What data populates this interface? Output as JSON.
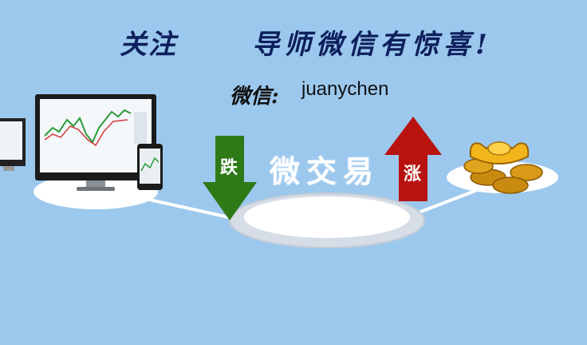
{
  "header": {
    "title_left": "关注",
    "title_right": "导师微信有惊喜!"
  },
  "contact": {
    "label": "微信:",
    "id": "juanychen"
  },
  "center": {
    "text": "微交易"
  },
  "arrows": {
    "down_label": "跌",
    "up_label": "涨"
  },
  "colors": {
    "background": "#9cc8ee",
    "down_arrow": "#2e7a16",
    "up_arrow": "#b8130f",
    "title": "#0d1f5c"
  },
  "icons": {
    "left": "computer-monitor-phone-icon",
    "right": "gold-ingot-coins-icon"
  }
}
